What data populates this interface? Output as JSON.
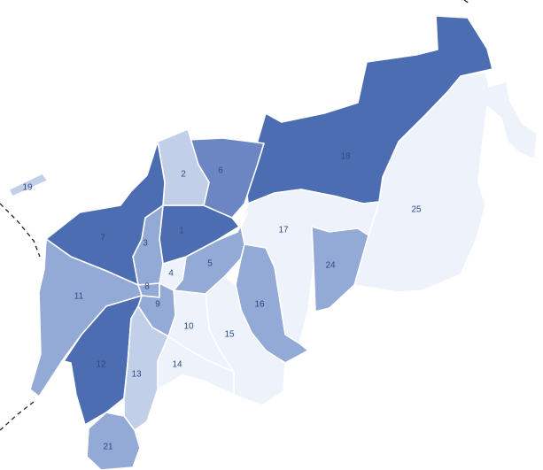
{
  "colors": {
    "darkest": "#4d6db3",
    "dark": "#6b86c2",
    "medium": "#93a9d6",
    "light": "#c2cfe9",
    "lightest": "#eef2fa",
    "label": "#2e4a86",
    "border": "#ffffff",
    "dashed_line": "#222222"
  },
  "regions": [
    {
      "id": "1",
      "label": "1",
      "shade": "darkest"
    },
    {
      "id": "2",
      "label": "2",
      "shade": "light"
    },
    {
      "id": "3",
      "label": "3",
      "shade": "medium"
    },
    {
      "id": "4",
      "label": "4",
      "shade": "lightest"
    },
    {
      "id": "5",
      "label": "5",
      "shade": "medium"
    },
    {
      "id": "6",
      "label": "6",
      "shade": "dark"
    },
    {
      "id": "7",
      "label": "7",
      "shade": "darkest"
    },
    {
      "id": "8",
      "label": "8",
      "shade": "medium"
    },
    {
      "id": "9",
      "label": "9",
      "shade": "medium"
    },
    {
      "id": "10",
      "label": "10",
      "shade": "lightest"
    },
    {
      "id": "11",
      "label": "11",
      "shade": "medium"
    },
    {
      "id": "12",
      "label": "12",
      "shade": "darkest"
    },
    {
      "id": "13",
      "label": "13",
      "shade": "light"
    },
    {
      "id": "14",
      "label": "14",
      "shade": "lightest"
    },
    {
      "id": "15",
      "label": "15",
      "shade": "lightest"
    },
    {
      "id": "16",
      "label": "16",
      "shade": "medium"
    },
    {
      "id": "17",
      "label": "17",
      "shade": "lightest"
    },
    {
      "id": "18",
      "label": "18",
      "shade": "darkest"
    },
    {
      "id": "19",
      "label": "19",
      "shade": "light"
    },
    {
      "id": "21",
      "label": "21",
      "shade": "medium"
    },
    {
      "id": "24",
      "label": "24",
      "shade": "medium"
    },
    {
      "id": "25",
      "label": "25",
      "shade": "lightest"
    }
  ]
}
